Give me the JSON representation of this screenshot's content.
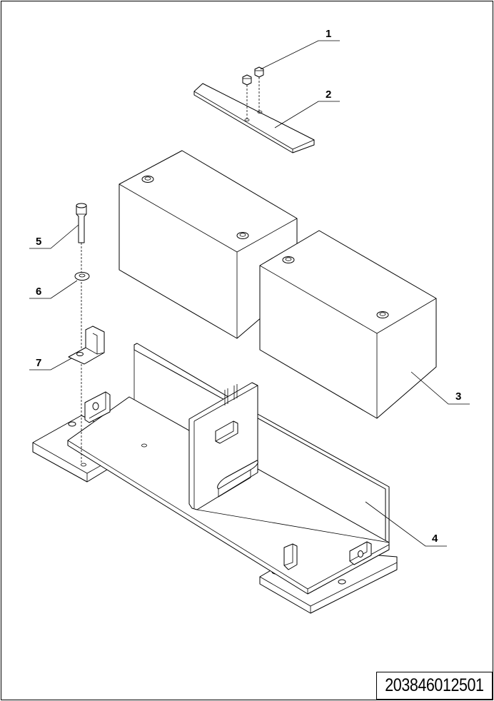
{
  "drawing": {
    "number": "203846012501",
    "callouts": [
      "1",
      "2",
      "3",
      "4",
      "5",
      "6",
      "7"
    ]
  }
}
